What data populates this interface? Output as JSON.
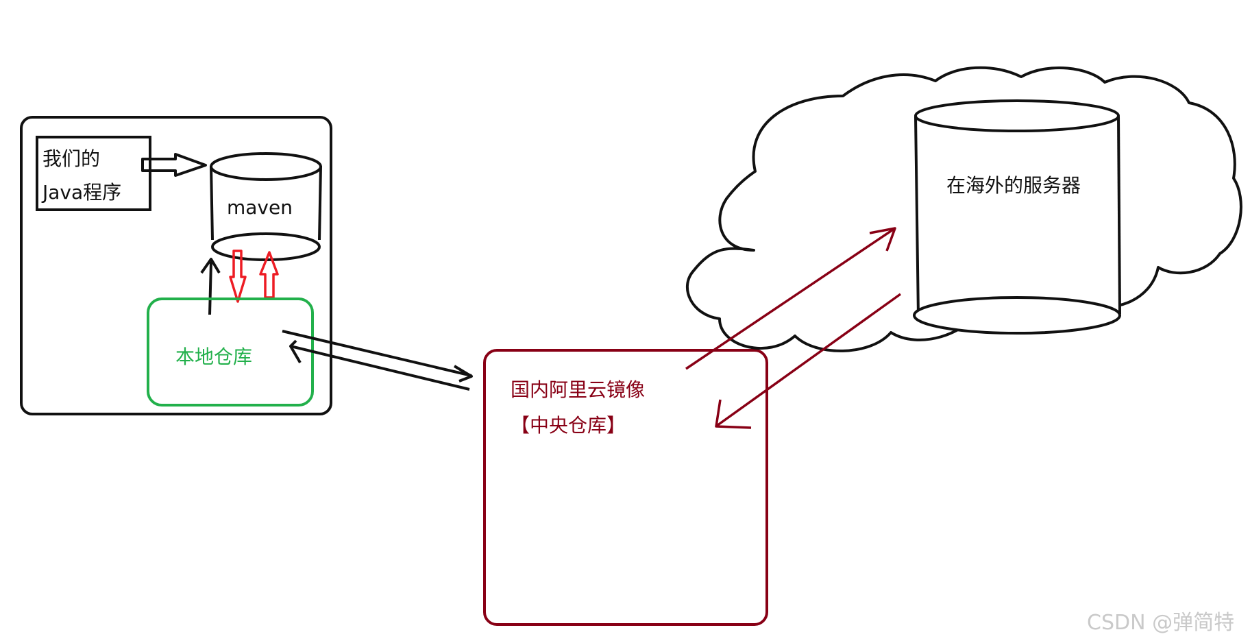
{
  "program": {
    "line1": "我们的",
    "line2": "Java程序"
  },
  "maven": {
    "label": "maven"
  },
  "local_repo": {
    "label": "本地仓库"
  },
  "mirror": {
    "line1": "国内阿里云镜像",
    "line2": "【中央仓库】"
  },
  "overseas": {
    "label": "在海外的服务器"
  },
  "watermark": "CSDN @弹简特",
  "colors": {
    "black": "#111111",
    "green": "#22b04b",
    "dark_red": "#880015",
    "red": "#ed1c24",
    "watermark": "#c9c9c9"
  }
}
